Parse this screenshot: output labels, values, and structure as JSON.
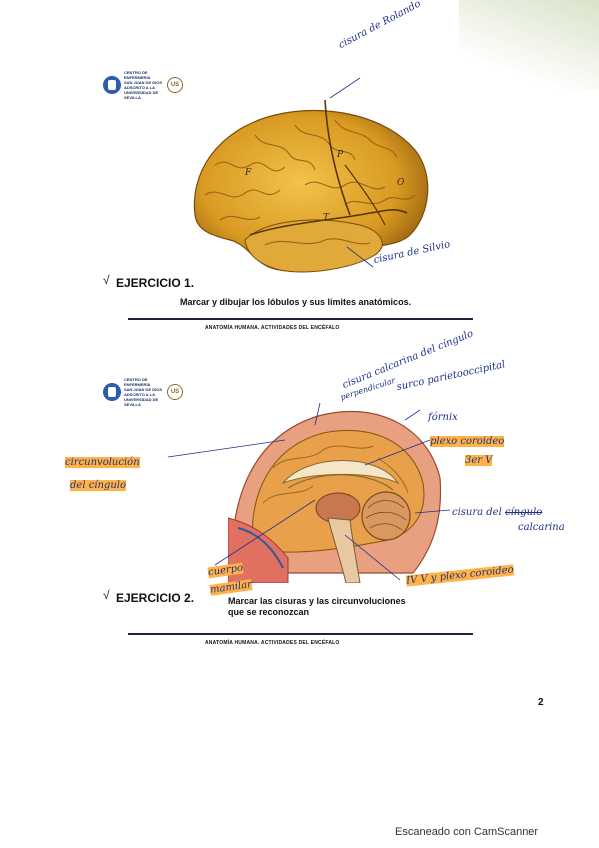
{
  "logos": [
    {
      "lines": [
        "CENTRO DE",
        "ENFERMERÍA",
        "SAN JUAN DE DIOS",
        "ADSCRITO A LA UNIVERSIDAD DE SEVILLA"
      ],
      "badge": "US"
    },
    {
      "lines": [
        "CENTRO DE",
        "ENFERMERÍA",
        "SAN JUAN DE DIOS",
        "ADSCRITO A LA UNIVERSIDAD DE SEVILLA"
      ],
      "badge": "US"
    }
  ],
  "exercise1": {
    "check": "√",
    "title": "EJERCICIO 1.",
    "instruction": "Marcar y dibujar los lóbulos y sus límites anatómicos.",
    "footer": "ANATOMÍA HUMANA.  ACTIVIDADES DEL ENCÉFALO",
    "lobe_labels": {
      "frontal": "F",
      "parietal": "P",
      "occipital": "O",
      "temporal": "T"
    },
    "notes": {
      "rolando": "cisura de Rolando",
      "silvio": "cisura de Silvio"
    }
  },
  "exercise2": {
    "check": "√",
    "title": "EJERCICIO 2.",
    "instruction_line1": "Marcar las cisuras y las circunvoluciones",
    "instruction_line2": "que se reconozcan",
    "footer": "ANATOMÍA HUMANA.  ACTIVIDADES DEL ENCÉFALO",
    "notes": {
      "calcarina_top": "cisura calcarina del cíngulo",
      "perpendicular": "perpendicular",
      "parietooccipital": "surco parietooccipital",
      "fornix": "fórnix",
      "cingulo_1": "circunvolución",
      "cingulo_2": "del cíngulo",
      "plexo_1": "plexo coroideo",
      "plexo_2": "3er V",
      "cisura_del": "cisura del",
      "cingulo_struck": "cíngulo",
      "calcarina": "calcarina",
      "cuerpo_1": "cuerpo",
      "cuerpo_2": "mamilar",
      "ivv": "IV V y plexo coroideo"
    }
  },
  "page_number": "2",
  "scanner_text": "Escaneado con CamScanner"
}
